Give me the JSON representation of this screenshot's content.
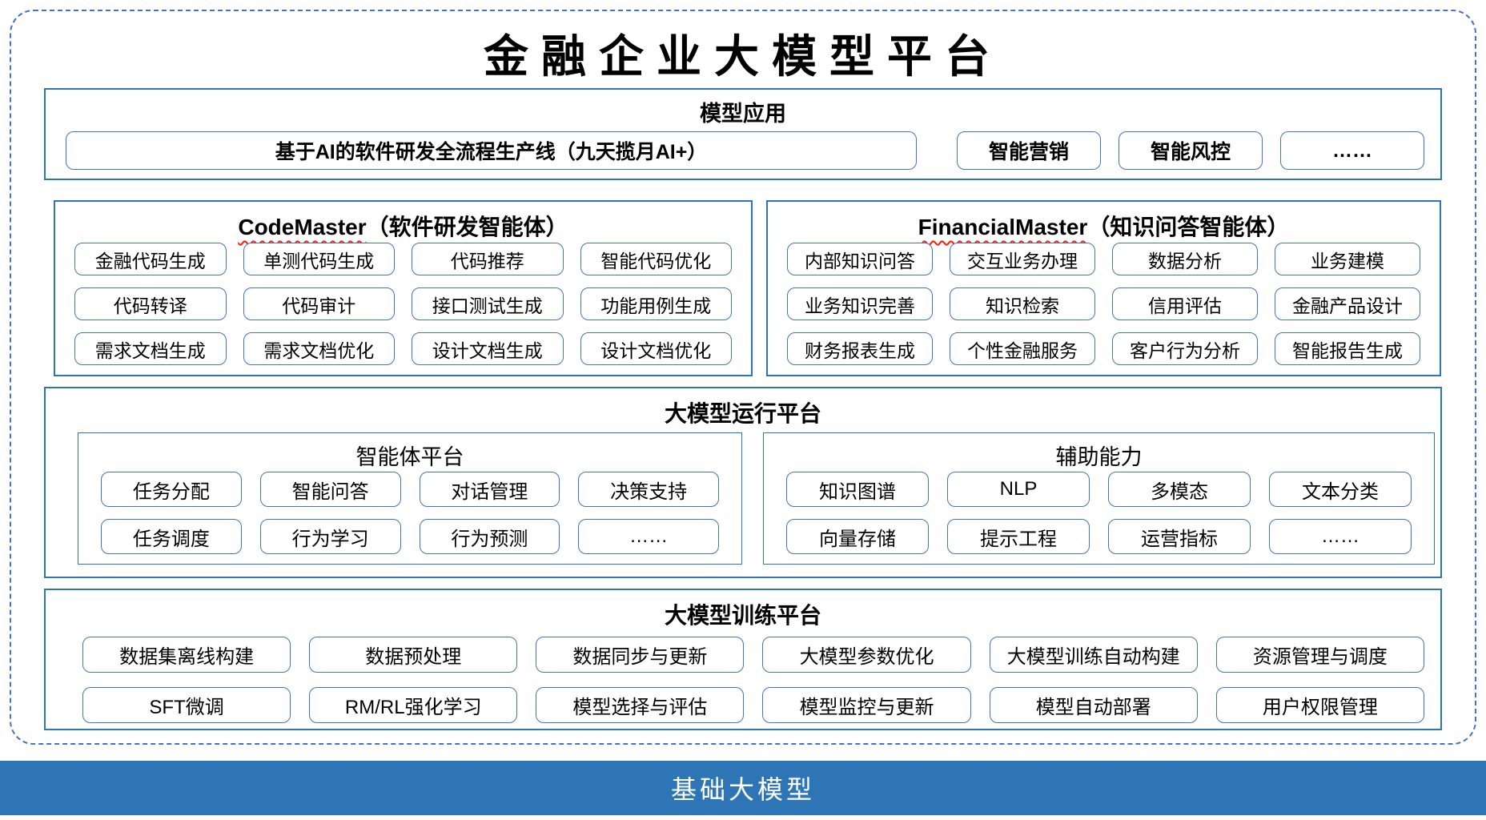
{
  "title": "金融企业大模型平台",
  "colors": {
    "frame_dashed": "#4472C4",
    "section_border": "#2E75B6",
    "node_border": "#4472C4",
    "base_bar_bg": "#2E75B6",
    "base_bar_text": "#FFFFFF",
    "spellcheck_squiggle": "#FF1A00"
  },
  "model_app": {
    "header": "模型应用",
    "wide_item": "基于AI的软件研发全流程生产线（九天揽月AI+）",
    "items": [
      "智能营销",
      "智能风控",
      "……"
    ]
  },
  "code_master": {
    "header_en": "CodeMaster",
    "header_zh": "（软件研发智能体）",
    "items": [
      "金融代码生成",
      "单测代码生成",
      "代码推荐",
      "智能代码优化",
      "代码转译",
      "代码审计",
      "接口测试生成",
      "功能用例生成",
      "需求文档生成",
      "需求文档优化",
      "设计文档生成",
      "设计文档优化"
    ]
  },
  "financial_master": {
    "header_en": "FinancialMaster",
    "header_zh": "（知识问答智能体）",
    "items": [
      "内部知识问答",
      "交互业务办理",
      "数据分析",
      "业务建模",
      "业务知识完善",
      "知识检索",
      "信用评估",
      "金融产品设计",
      "财务报表生成",
      "个性金融服务",
      "客户行为分析",
      "智能报告生成"
    ]
  },
  "runtime": {
    "header": "大模型运行平台",
    "agent_platform": {
      "header": "智能体平台",
      "items": [
        "任务分配",
        "智能问答",
        "对话管理",
        "决策支持",
        "任务调度",
        "行为学习",
        "行为预测",
        "……"
      ]
    },
    "aux": {
      "header": "辅助能力",
      "items": [
        "知识图谱",
        "NLP",
        "多模态",
        "文本分类",
        "向量存储",
        "提示工程",
        "运营指标",
        "……"
      ]
    }
  },
  "training": {
    "header": "大模型训练平台",
    "items": [
      "数据集离线构建",
      "数据预处理",
      "数据同步与更新",
      "大模型参数优化",
      "大模型训练自动构建",
      "资源管理与调度",
      "SFT微调",
      "RM/RL强化学习",
      "模型选择与评估",
      "模型监控与更新",
      "模型自动部署",
      "用户权限管理"
    ]
  },
  "base_model": {
    "label": "基础大模型"
  }
}
